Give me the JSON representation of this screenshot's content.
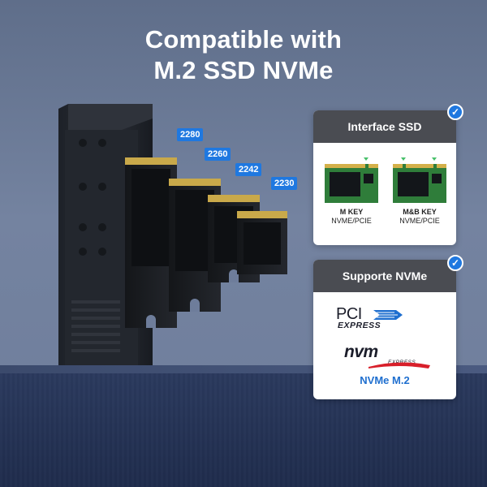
{
  "headline": {
    "line1": "Compatible with",
    "line2": "M.2 SSD NVMe"
  },
  "ssd_lengths": [
    "2280",
    "2260",
    "2242",
    "2230"
  ],
  "interface_card": {
    "title": "Interface SSD",
    "keys": [
      {
        "name": "M KEY",
        "protocol": "NVME/PCIE"
      },
      {
        "name": "M&B KEY",
        "protocol": "NVME/PCIE"
      }
    ]
  },
  "nvme_card": {
    "title": "Supporte NVMe",
    "pci_logo": {
      "main": "PCI",
      "sub": "EXPRESS"
    },
    "nvm_logo": {
      "main": "nvm",
      "sub": "EXPRESS"
    },
    "caption": "NVMe M.2"
  },
  "colors": {
    "accent_blue": "#1f78e0",
    "card_header": "#4a4c52",
    "podium": "#25334f",
    "pcb_green": "#2f7d3a"
  },
  "icons": [
    "check-badge-icon",
    "pci-express-logo",
    "nvm-express-logo"
  ]
}
